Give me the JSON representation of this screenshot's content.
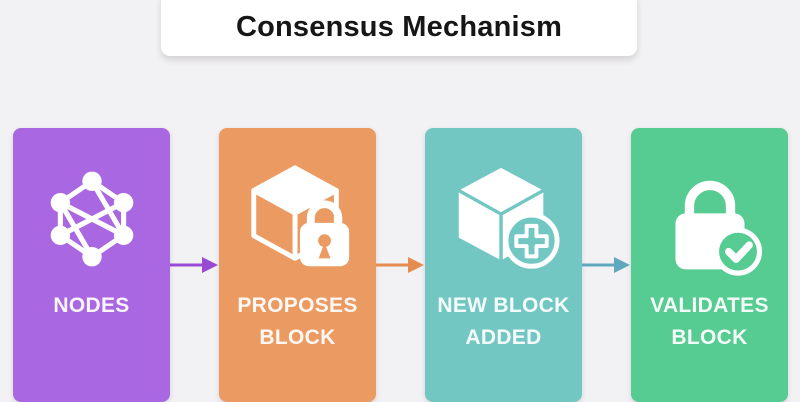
{
  "title": {
    "text": "Consensus Mechanism"
  },
  "background_color": "#f2f1f3",
  "title_card_color": "#ffffff",
  "steps": [
    {
      "label": "NODES",
      "color": "#a968e1",
      "icon": "network-nodes-icon"
    },
    {
      "label": "PROPOSES BLOCK",
      "color": "#eb9a62",
      "icon": "cube-lock-icon"
    },
    {
      "label": "NEW BLOCK ADDED",
      "color": "#72c7c3",
      "icon": "cube-plus-icon"
    },
    {
      "label": "VALIDATES BLOCK",
      "color": "#56cb92",
      "icon": "lock-check-icon"
    }
  ],
  "arrows": [
    {
      "from": "NODES",
      "to": "PROPOSES BLOCK",
      "color": "#9a4ad2"
    },
    {
      "from": "PROPOSES BLOCK",
      "to": "NEW BLOCK ADDED",
      "color": "#e58d50"
    },
    {
      "from": "NEW BLOCK ADDED",
      "to": "VALIDATES BLOCK",
      "color": "#5fa9bf"
    }
  ]
}
